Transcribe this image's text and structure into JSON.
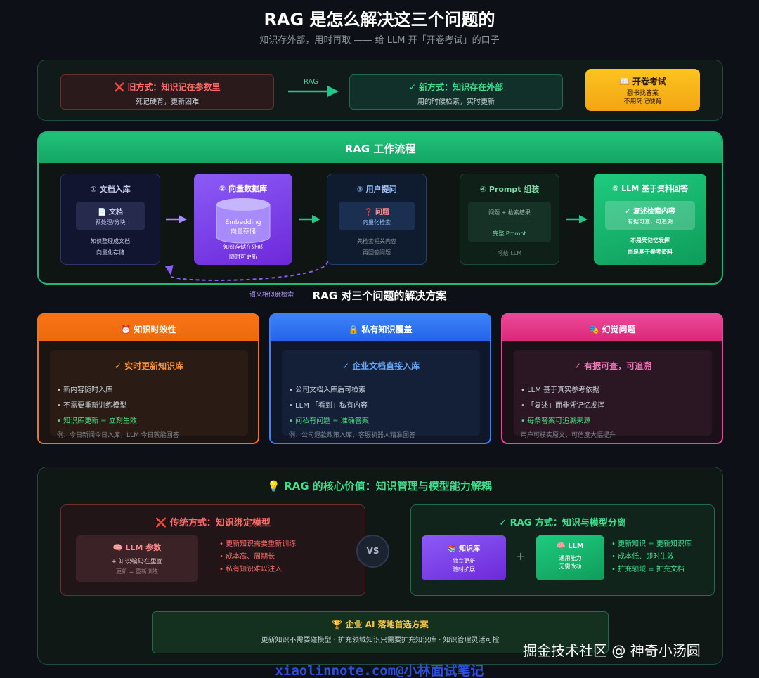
{
  "header": {
    "title": "RAG 是怎么解决这三个问题的",
    "subtitle": "知识存外部，用时再取 —— 给 LLM 开「开卷考试」的口子"
  },
  "comparison": {
    "old_title": "❌ 旧方式：知识记在参数里",
    "old_desc": "死记硬背，更新困难",
    "arrow_label": "RAG",
    "new_title": "✓ 新方式：知识存在外部",
    "new_desc": "用的时候检索，实时更新",
    "exam_title": "📖 开卷考试",
    "exam_line1": "翻书找答案",
    "exam_line2": "不用死记硬背"
  },
  "workflow": {
    "title": "RAG 工作流程",
    "step1": {
      "title": "① 文档入库",
      "inner_title": "📄 文档",
      "inner_sub": "预处理/分块",
      "foot1": "知识整理成文档",
      "foot2": "向量化存储"
    },
    "step2": {
      "title": "② 向量数据库",
      "inner_title": "Embedding",
      "inner_sub": "向量存储",
      "foot1": "知识存储在外部",
      "foot2": "随时可更新"
    },
    "step3": {
      "title": "③ 用户提问",
      "inner_title": "❓ 问题",
      "inner_sub": "向量化检索",
      "foot1": "先检索相关内容",
      "foot2": "再回答问题"
    },
    "step4": {
      "title": "④ Prompt 组装",
      "inner_title": "问题 + 检索结果",
      "inner_sub": "完整 Prompt",
      "foot1": "喂给 LLM"
    },
    "step5": {
      "title": "⑤ LLM 基于资料回答",
      "inner_title": "✓ 复述检索内容",
      "inner_sub": "有据可查，可追溯",
      "foot1": "不是凭记忆发挥",
      "foot2": "而是基于参考资料"
    },
    "loop_label": "语义相似度检索"
  },
  "solutions": {
    "title": "RAG 对三个问题的解决方案",
    "cards": [
      {
        "header": "⏰ 知识时效性",
        "title": "✓ 实时更新知识库",
        "items": [
          "• 新内容随时入库",
          "• 不需要重新训练模型"
        ],
        "highlight": "• 知识库更新 = 立刻生效",
        "example": "例：今日新闻今日入库，LLM 今日就能回答"
      },
      {
        "header": "🔒 私有知识覆盖",
        "title": "✓ 企业文档直接入库",
        "items": [
          "• 公司文档入库后可检索",
          "• LLM 「看到」私有内容"
        ],
        "highlight": "• 问私有问题 = 准确答案",
        "example": "例：公司退款政策入库，客服机器人精准回答"
      },
      {
        "header": "🎭 幻觉问题",
        "title": "✓ 有据可查，可追溯",
        "items": [
          "• LLM 基于真实参考依据",
          "• 「复述」而非凭记忆发挥"
        ],
        "highlight": "• 每条答案可追溯来源",
        "example": "用户可核实原文，可信度大幅提升"
      }
    ]
  },
  "core": {
    "title": "💡 RAG 的核心价值：知识管理与模型能力解耦",
    "traditional": {
      "title": "❌ 传统方式：知识绑定模型",
      "box_title": "🧠 LLM 参数",
      "box_sub": "+ 知识编码在里面",
      "box_note": "更新 = 重新训练",
      "items": [
        "• 更新知识需要重新训练",
        "• 成本高、周期长",
        "• 私有知识难以注入"
      ]
    },
    "vs": "VS",
    "rag": {
      "title": "✓ RAG 方式：知识与模型分离",
      "kb_title": "📚 知识库",
      "kb_line1": "独立更新",
      "kb_line2": "随时扩展",
      "plus": "+",
      "llm_title": "🧠 LLM",
      "llm_line1": "通用能力",
      "llm_line2": "无需改动",
      "items": [
        "• 更新知识 = 更新知识库",
        "• 成本低、即时生效",
        "• 扩充领域 = 扩充文档"
      ]
    },
    "best": {
      "title": "🏆 企业 AI 落地首选方案",
      "desc": "更新知识不需要碰模型 · 扩充领域知识只需要扩充知识库 · 知识管理灵活可控"
    }
  },
  "watermarks": {
    "juejin": "掘金技术社区 @ 神奇小汤圆",
    "site": "xiaolinnote.com@小林面试笔记"
  },
  "colors": {
    "background": "#0d1117",
    "green": "#1fb874",
    "orange": "#f97316",
    "blue": "#3b82f6",
    "pink": "#ec4899",
    "purple": "#8b5cf6",
    "gold": "#fcc41f"
  }
}
